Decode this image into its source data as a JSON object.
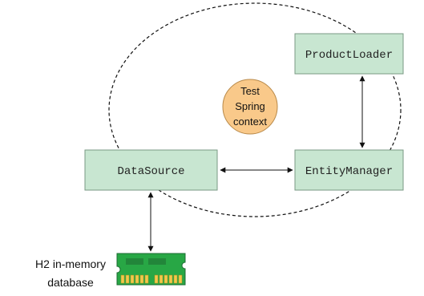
{
  "diagram": {
    "boxes": {
      "product_loader": "ProductLoader",
      "datasource": "DataSource",
      "entity_manager": "EntityManager"
    },
    "context_label": {
      "line1": "Test",
      "line2": "Spring",
      "line3": "context"
    },
    "database_label": {
      "line1": "H2 in-memory",
      "line2": "database"
    },
    "colors": {
      "box_fill": "#c8e6d1",
      "box_stroke": "#7a9a84",
      "context_fill": "#f9c98a",
      "context_stroke": "#b98a4a",
      "chip_green": "#28a745",
      "chip_dark": "#1d6b32",
      "chip_gold": "#f2c94c"
    }
  }
}
